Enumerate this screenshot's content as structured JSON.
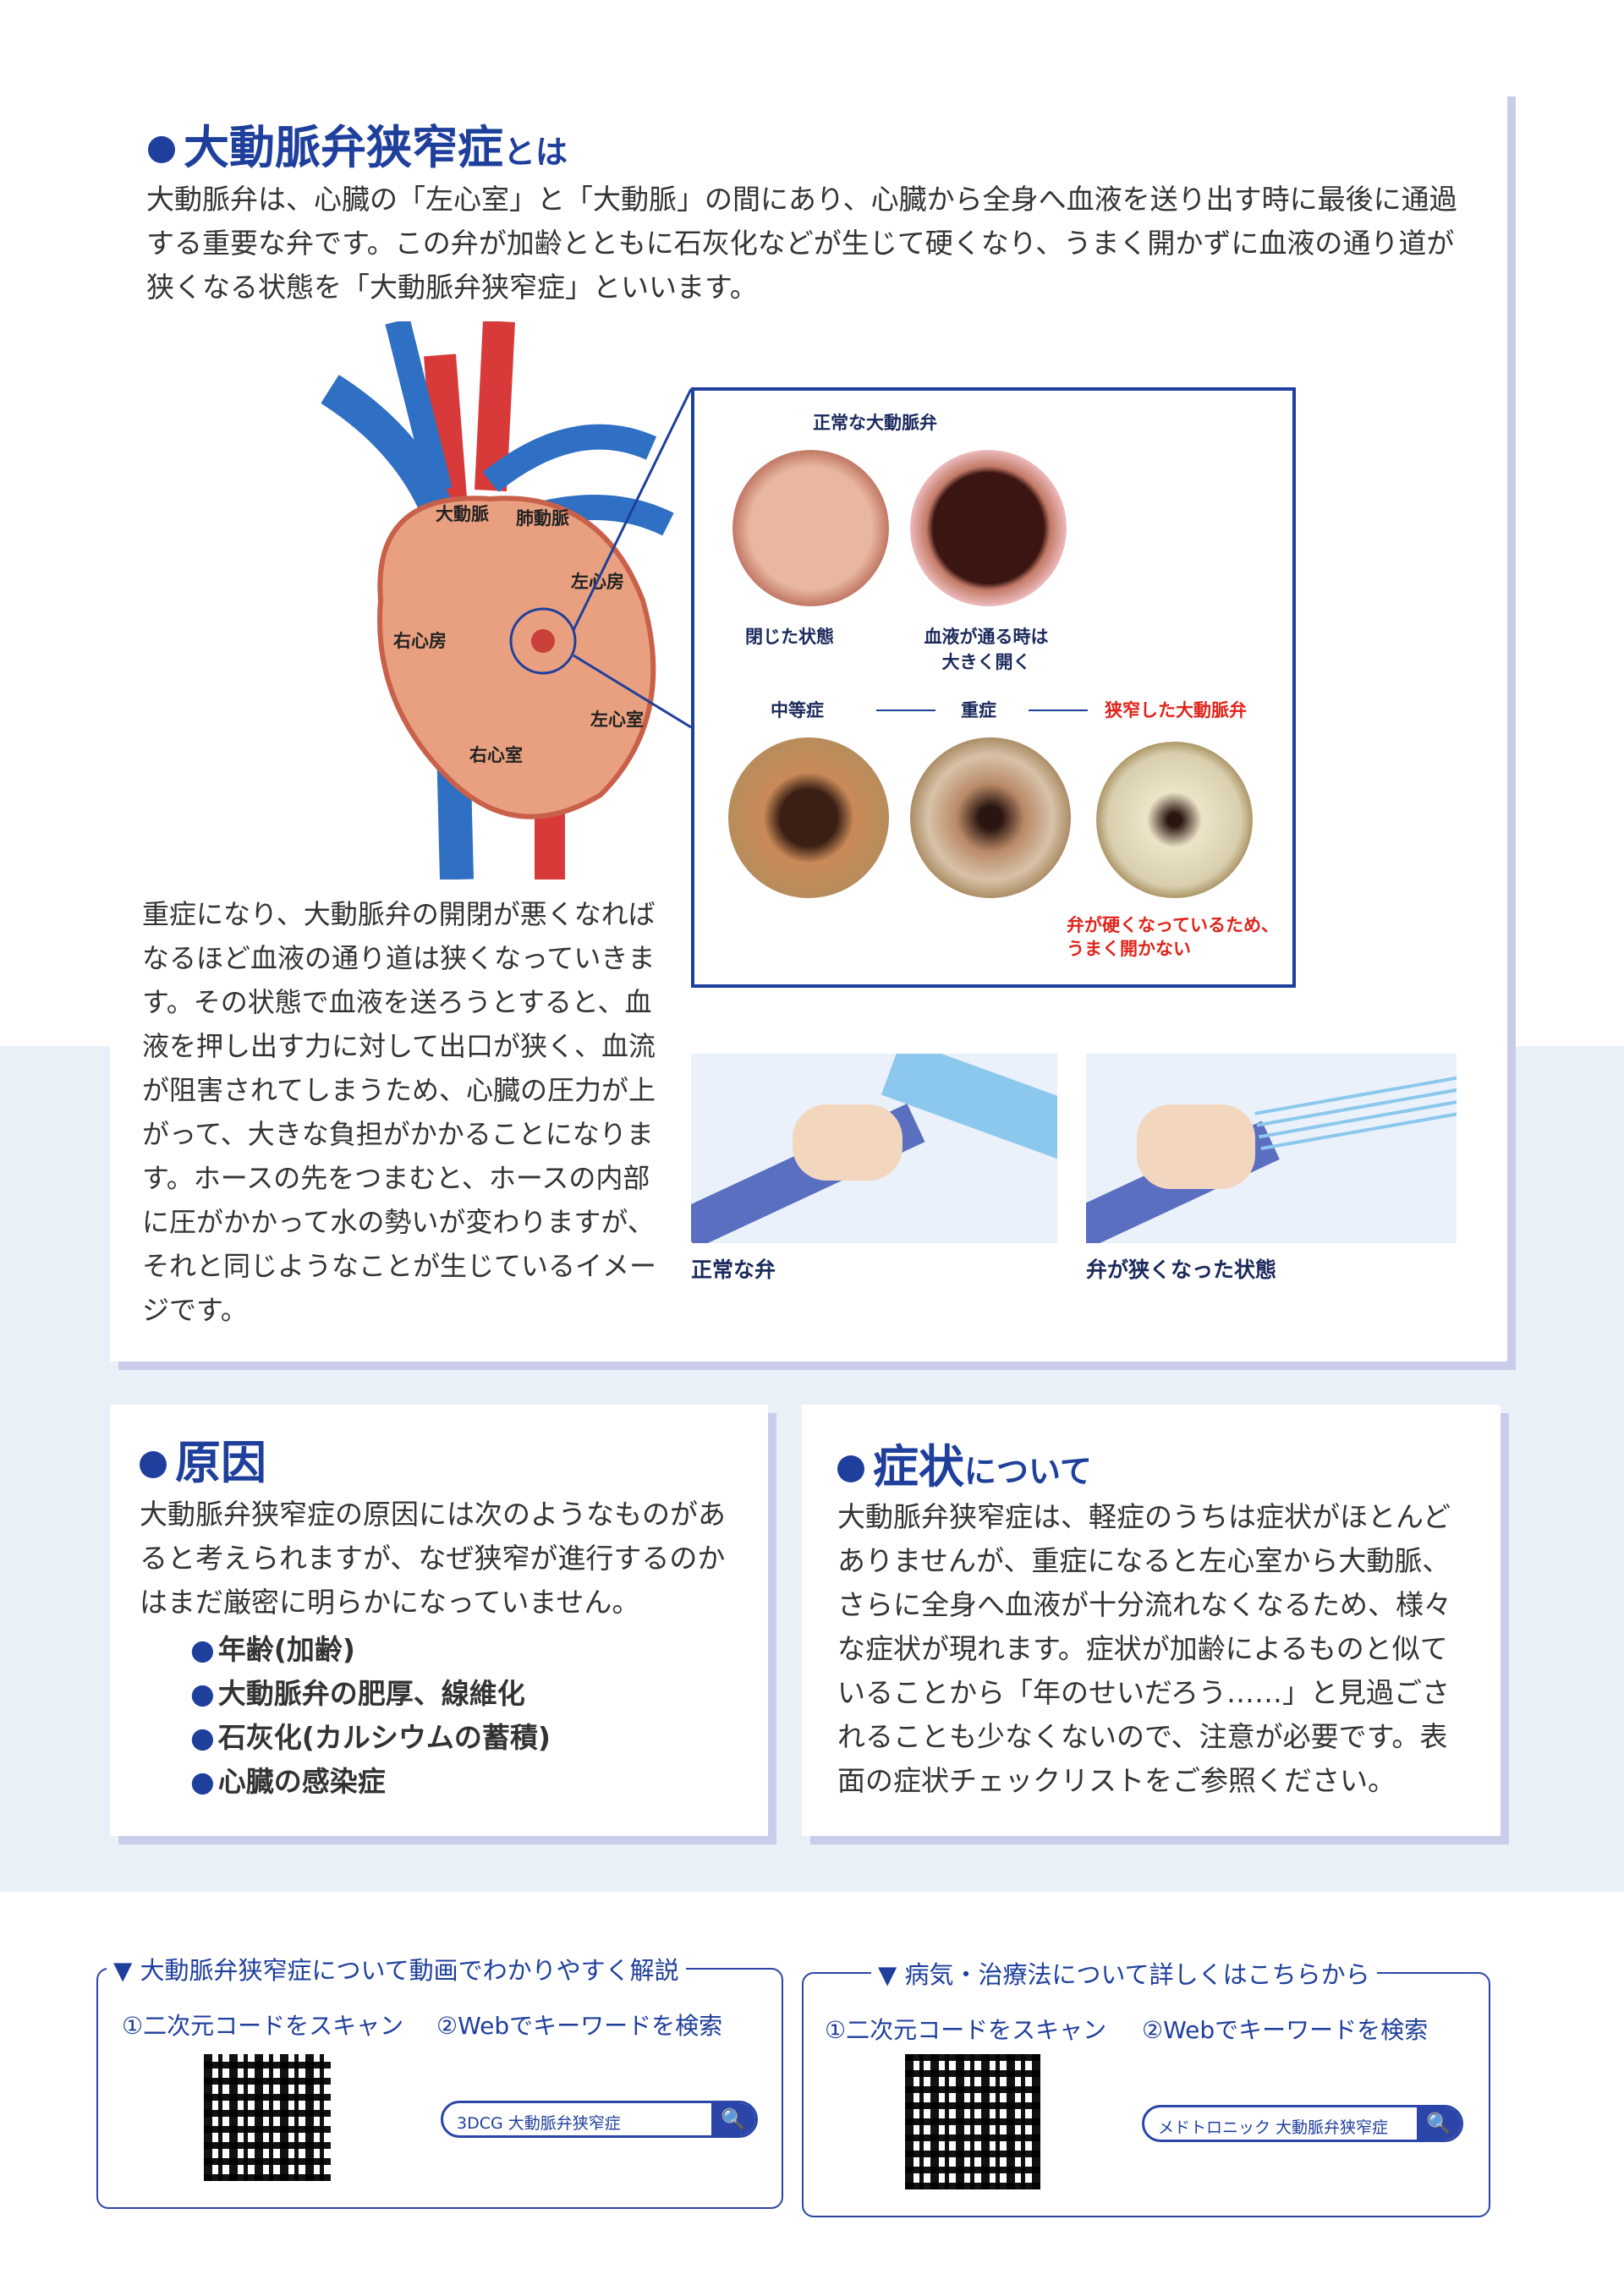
{
  "intro": {
    "title": "大動脈弁狭窄症",
    "title_suffix": "とは",
    "text": "大動脈弁は、心臓の「左心室」と「大動脈」の間にあり、心臓から全身へ血液を送り出す時に最後に通過する重要な弁です。この弁が加齢とともに石灰化などが生じて硬くなり、うまく開かずに血液の通り道が狭くなる状態を「大動脈弁狭窄症」といいます。"
  },
  "heart": {
    "aorta": "大動脈",
    "pulmonary": "肺動脈",
    "left_atrium": "左心房",
    "right_atrium": "右心房",
    "left_ventricle": "左心室",
    "right_ventricle": "右心室"
  },
  "valves": {
    "normal_title": "正常な大動脈弁",
    "closed": "閉じた状態",
    "open": "血液が通る時は大きく開く",
    "moderate": "中等症",
    "severe": "重症",
    "stenosis": "狭窄した大動脈弁",
    "note": "弁が硬くなっているため、うまく開かない"
  },
  "explain": "重症になり、大動脈弁の開閉が悪くなればなるほど血液の通り道は狭くなっていきます。その状態で血液を送ろうとすると、血液を押し出す力に対して出口が狭く、血流が阻害されてしまうため、心臓の圧力が上がって、大きな負担がかかることになります。ホースの先をつまむと、ホースの内部に圧がかかって水の勢いが変わりますが、それと同じようなことが生じているイメージです。",
  "hose": {
    "normal": "正常な弁",
    "narrow": "弁が狭くなった状態"
  },
  "cause": {
    "title": "原因",
    "text": "大動脈弁狭窄症の原因には次のようなものがあると考えられますが、なぜ狭窄が進行するのかはまだ厳密に明らかになっていません。",
    "items": [
      "年齢(加齢)",
      "大動脈弁の肥厚、線維化",
      "石灰化(カルシウムの蓄積)",
      "心臓の感染症"
    ]
  },
  "symptom": {
    "title": "症状",
    "title_suffix": "について",
    "text": "大動脈弁狭窄症は、軽症のうちは症状がほとんどありませんが、重症になると左心室から大動脈、さらに全身へ血液が十分流れなくなるため、様々な症状が現れます。症状が加齢によるものと似ていることから「年のせいだろう……」と見過ごされることも少なくないので、注意が必要です。表面の症状チェックリストをご参照ください。"
  },
  "links": [
    {
      "title": "▼ 大動脈弁狭窄症について動画でわかりやすく解説",
      "step1": "①二次元コードをスキャン",
      "step2": "②Webでキーワードを検索",
      "keyword": "3DCG 大動脈弁狭窄症"
    },
    {
      "title": "▼ 病気・治療法について詳しくはこちらから",
      "step1": "①二次元コードをスキャン",
      "step2": "②Webでキーワードを検索",
      "keyword": "メドトロニック 大動脈弁狭窄症"
    }
  ],
  "icons": {
    "search": "🔍"
  }
}
